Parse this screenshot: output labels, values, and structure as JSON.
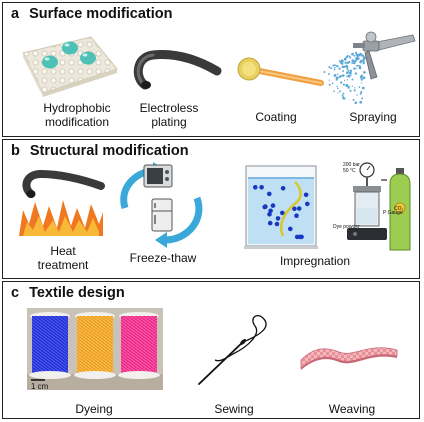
{
  "panels": [
    {
      "letter": "a",
      "title": "Surface modification",
      "items": [
        {
          "label_lines": [
            "Hydrophobic",
            "modification"
          ]
        },
        {
          "label_lines": [
            "Electroless",
            "plating"
          ]
        },
        {
          "label_lines": [
            "Coating"
          ]
        },
        {
          "label_lines": [
            "Spraying"
          ]
        }
      ]
    },
    {
      "letter": "b",
      "title": "Structural modification",
      "items": [
        {
          "label_lines": [
            "Heat",
            "treatment"
          ]
        },
        {
          "label_lines": [
            "Freeze-thaw"
          ]
        },
        {
          "label_lines": [
            "Impregnation"
          ]
        }
      ],
      "apparatus_text": [
        "200 bar",
        "50 °C",
        "CO₂",
        "P Gauge",
        "Dye powder"
      ]
    },
    {
      "letter": "c",
      "title": "Textile design",
      "items": [
        {
          "label_lines": [
            "Dyeing"
          ]
        },
        {
          "label_lines": [
            "Sewing"
          ]
        },
        {
          "label_lines": [
            "Weaving"
          ]
        }
      ],
      "scale_bar": "1 cm"
    }
  ],
  "colors": {
    "border": "#222222",
    "mesh": "#ede8dc",
    "droplet": "#4fc0b8",
    "fiber_dark": "#3a3a3a",
    "coating_core": "#e8d060",
    "fiber_orange": "#f0a040",
    "spray_blue": "#5aa8d8",
    "flame": "#f07820",
    "arrow_blue": "#3aa8d8",
    "liquid_blue": "#bfe0f4",
    "dot_blue": "#1838c0",
    "fiber_yellow": "#d8c830",
    "spool_blue": "#2430d8",
    "spool_orange": "#f0a020",
    "spool_pink": "#f02888",
    "fabric_pink": "#e89098"
  },
  "icons": [
    "mesh-icon",
    "water-droplet-icon",
    "fiber-icon",
    "coated-fiber-icon",
    "spray-gun-icon",
    "flame-icon",
    "freeze-cycle-icon",
    "oven-icon",
    "fridge-icon",
    "beaker-icon",
    "reactor-icon",
    "gas-cylinder-icon",
    "thread-spool-icon",
    "needle-icon",
    "woven-fabric-icon"
  ]
}
